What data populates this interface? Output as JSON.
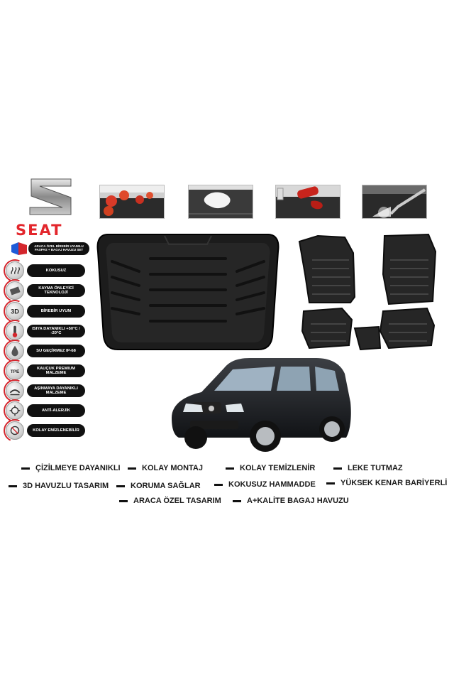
{
  "brand": {
    "name": "SEAT",
    "logo_icon": "seat-s-logo-icon",
    "accent": "#e3262c"
  },
  "banner": {
    "line1": "ARACA ÖZEL BİREBİR UYUMLU",
    "line2": "PASPAS + BAGAJ HAVUZU SET"
  },
  "features": [
    {
      "label": "KOKUSUZ",
      "icon": "no-smell-icon"
    },
    {
      "label": "KAYMA ÖNLEYİCİ TEKNOLOJİ",
      "icon": "anti-slip-icon"
    },
    {
      "label": "BİREBİR UYUM",
      "icon": "3d-icon"
    },
    {
      "label": "ISIYA DAYANIKLI +50°C / -20°C",
      "icon": "thermometer-icon"
    },
    {
      "label": "SU GEÇİRMEZ IP-68",
      "icon": "water-drop-icon"
    },
    {
      "label": "KAUÇUK PREMIUM MALZEME",
      "icon": "tpe-icon"
    },
    {
      "label": "AŞINMAYA DAYANIKLI MALZEME",
      "icon": "wear-resistant-icon"
    },
    {
      "label": "ANTİ-ALERJİK",
      "icon": "anti-allergic-icon"
    },
    {
      "label": "KOLAY EMİZLENEBİLİR",
      "icon": "easy-clean-icon"
    }
  ],
  "icon_badges": {
    "three_d": "3D",
    "tpe": "TPE"
  },
  "photos": [
    "tomatoes-on-mat-photo",
    "milk-spill-photo",
    "ketchup-spill-photo",
    "pressure-wash-photo"
  ],
  "tags": {
    "row1": [
      "ÇİZİLMEYE DAYANIKLI",
      "KOLAY MONTAJ",
      "KOLAY TEMİZLENİR",
      "LEKE TUTMAZ"
    ],
    "row2": [
      "3D HAVUZLU TASARIM",
      "KORUMA SAĞLAR",
      "KOKUSUZ HAMMADDE",
      "YÜKSEK KENAR BARİYERLİ"
    ],
    "row3": [
      "ARACA ÖZEL TASARIM",
      "A+KALİTE BAGAJ HAVUZU"
    ]
  }
}
